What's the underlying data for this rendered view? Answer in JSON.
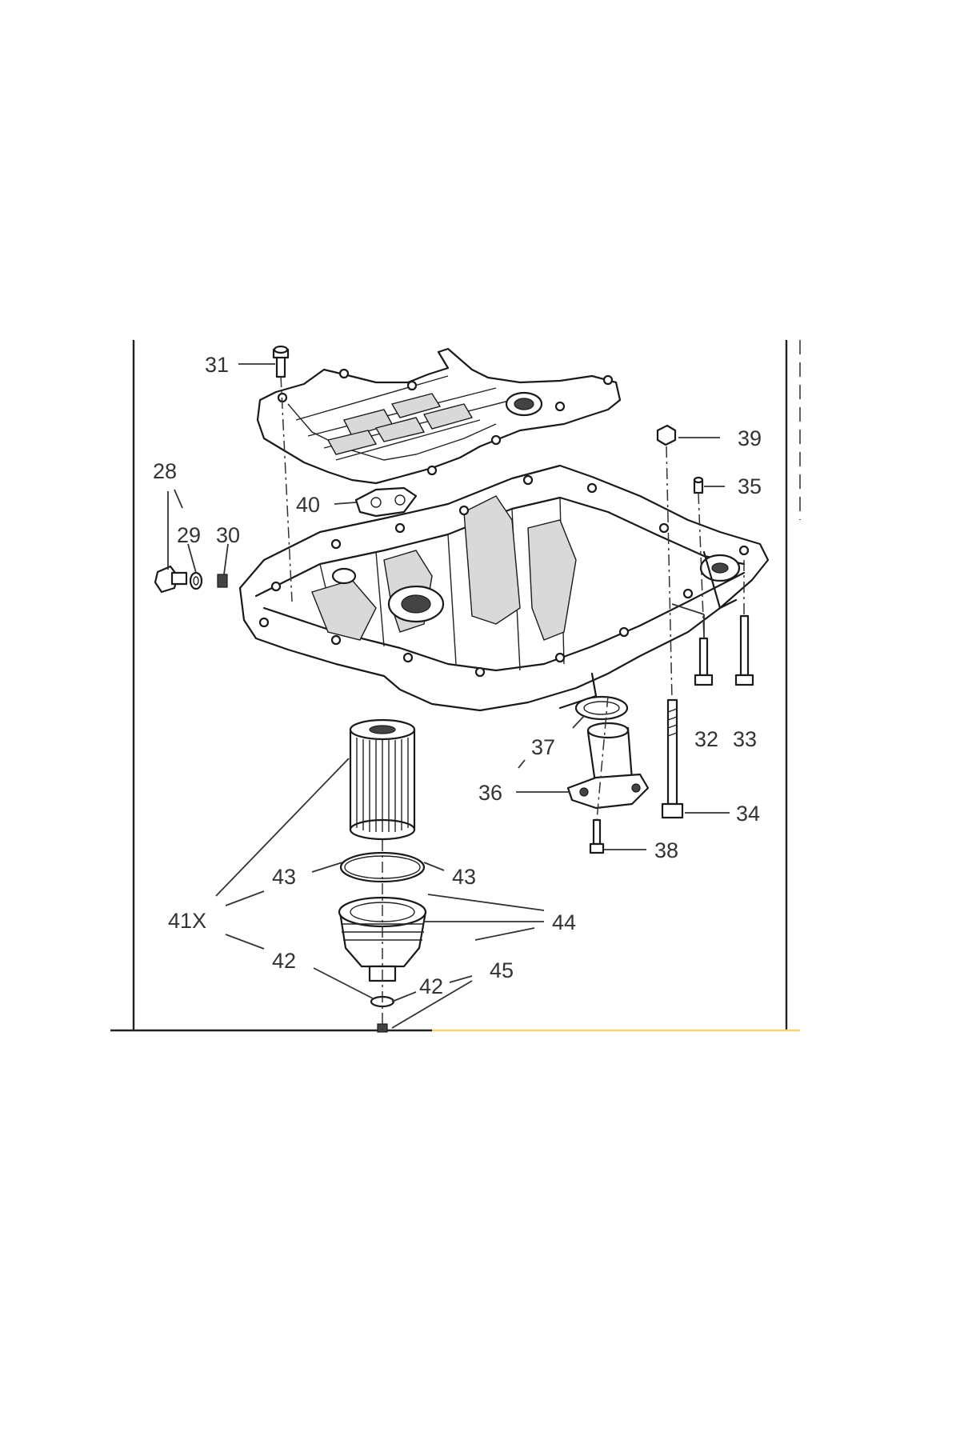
{
  "callouts": [
    {
      "id": "31",
      "text": "31"
    },
    {
      "id": "28",
      "text": "28"
    },
    {
      "id": "29",
      "text": "29"
    },
    {
      "id": "30",
      "text": "30"
    },
    {
      "id": "40",
      "text": "40"
    },
    {
      "id": "39",
      "text": "39"
    },
    {
      "id": "35",
      "text": "35"
    },
    {
      "id": "32",
      "text": "32"
    },
    {
      "id": "33",
      "text": "33"
    },
    {
      "id": "37",
      "text": "37"
    },
    {
      "id": "36",
      "text": "36"
    },
    {
      "id": "34",
      "text": "34"
    },
    {
      "id": "38",
      "text": "38"
    },
    {
      "id": "43a",
      "text": "43"
    },
    {
      "id": "43b",
      "text": "43"
    },
    {
      "id": "41X",
      "text": "41X"
    },
    {
      "id": "44",
      "text": "44"
    },
    {
      "id": "42a",
      "text": "42"
    },
    {
      "id": "42b",
      "text": "42"
    },
    {
      "id": "45",
      "text": "45"
    }
  ],
  "colors": {
    "ink": "#1a1a1a",
    "label": "#333333",
    "baseline_highlight": "#f2d37a"
  }
}
